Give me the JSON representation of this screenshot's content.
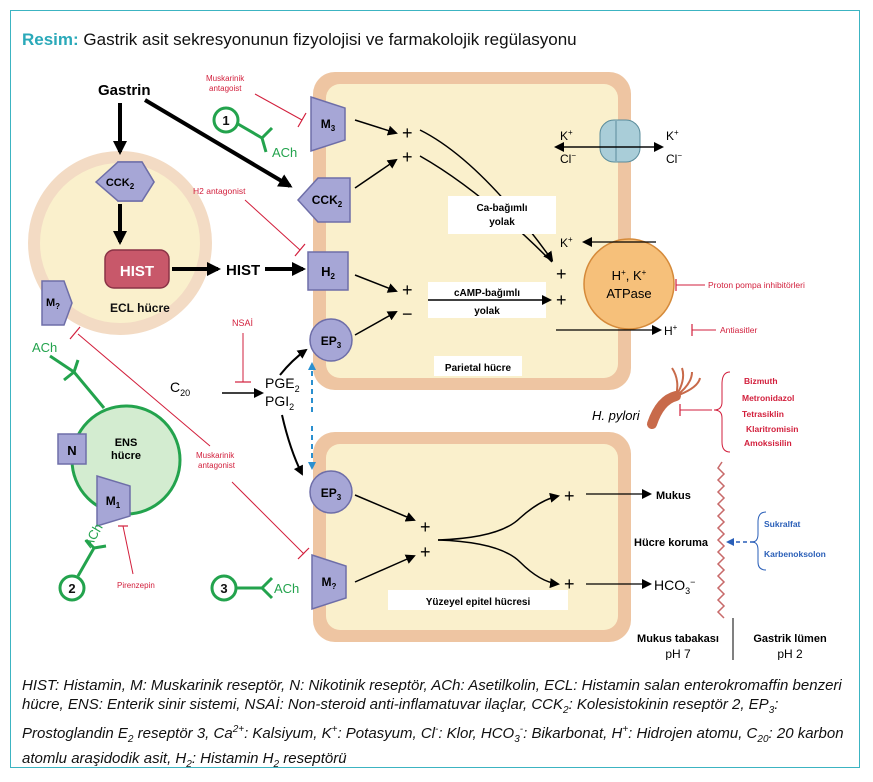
{
  "title": {
    "prefix": "Resim:",
    "text": "Gastrik asit sekresyonunun fizyolojisi ve farmakolojik regülasyonu"
  },
  "labels": {
    "gastrin": "Gastrin",
    "hist_box": "HIST",
    "hist_arrow": "HIST",
    "ecl_cell": "ECL hücre",
    "ens_cell_1": "ENS",
    "ens_cell_2": "hücre",
    "n_receptor": "N",
    "m1_base": "M",
    "m1_sub": "1",
    "m3_base": "M",
    "m3_sub": "3",
    "mq_base": "M",
    "mq_sub": "?",
    "cck2_base": "CCK",
    "cck2_sub": "2",
    "h2_base": "H",
    "h2_sub": "2",
    "ep3_base": "EP",
    "ep3_sub": "3",
    "c20_base": "C",
    "c20_sub": "20",
    "pge2_base": "PGE",
    "pge2_sub": "2",
    "pgi2_base": "PGI",
    "pgi2_sub": "2",
    "ach": "ACh",
    "badge_1": "1",
    "badge_2": "2",
    "badge_3": "3",
    "muscarinic_antagonist_1": "Muskarinik",
    "muscarinic_antagonist_2": "antagoist",
    "muscarinic_antagonist_b1": "Muskarinik",
    "muscarinic_antagonist_b2": "antagonist",
    "h2_antagonist": "H2 antagonist",
    "nsaid": "NSAİ",
    "pirenzepin": "Pirenzepin",
    "ca_pathway_1": "Ca-bağımlı",
    "ca_pathway_2": "yolak",
    "camp_pathway_1": "cAMP-bağımlı",
    "camp_pathway_2": "yolak",
    "parietal_cell": "Parietal hücre",
    "epithelial_cell": "Yüzeyel epitel hücresi",
    "plus": "+",
    "minus": "−",
    "k_ion": "K",
    "k_sup": "+",
    "cl_ion": "Cl",
    "cl_sup": "−",
    "atpase_1": "H",
    "atpase_1_sup": "+",
    "atpase_1_rest": ", K",
    "atpase_1_sup2": "+",
    "atpase_2": "ATPase",
    "h_ion": "H",
    "h_sup": "+",
    "proton_pump_inhibitors": "Proton pompa inhibitörleri",
    "antacids": "Antiasitler",
    "h_pylori": "H. pylori",
    "bismuth": "Bizmuth",
    "metronidazole": "Metronidazol",
    "tetracycline": "Tetrasiklin",
    "clarithromycin": "Klaritromisin",
    "amoxicillin": "Amoksisilin",
    "mucus": "Mukus",
    "hco3": "HCO",
    "hco3_sub": "3",
    "hco3_sup": "−",
    "cell_protection": "Hücre koruma",
    "sucralfate": "Sukralfat",
    "carbenoxolone": "Karbenoksolon",
    "mucus_layer": "Mukus tabakası",
    "mucus_ph": "pH 7",
    "gastric_lumen": "Gastrik lümen",
    "lumen_ph": "pH 2"
  },
  "caption": {
    "p1": "HIST: Histamin, M: Muskarinik reseptör, N: Nikotinik reseptör, ACh: Asetilkolin, ECL: Histamin salan enterokromaffin benzeri hücre, ENS: Enterik sinir sistemi, NSAİ: Non-steroid anti-inflamatuvar ilaçlar, CCK",
    "s1": "2",
    "p2": ": Kolesistokinin reseptör 2, EP",
    "s2": "3",
    "p3": ": Prostoglandin E",
    "s3": "2",
    "p4": " reseptör 3, Ca",
    "s4": "2+",
    "p5": ": Kalsiyum, K",
    "s5": "+",
    "p6": ": Potasyum, Cl",
    "s6": "-",
    "p7": ": Klor, HCO",
    "s7": "3",
    "s7b": "-",
    "p8": ": Bikarbonat, H",
    "s8": "+",
    "p9": ": Hidrojen atomu, C",
    "s9": "20",
    "p10": ": 20 karbon atomlu araşidodik asit, H",
    "s10": "2",
    "p11": ": Histamin H",
    "s11": "2",
    "p12": " reseptörü"
  },
  "colors": {
    "title_accent": "#2aa9b9",
    "cell_fill": "#faf0cc",
    "cell_border": "#eec5a2",
    "receptor_fill": "#a6a6d6",
    "receptor_stroke": "#6e6ea8",
    "drug_red": "#d21f3c",
    "drug_blue": "#2a5fb8",
    "nerve_green": "#23a34d",
    "ens_fill": "#d3ecd0",
    "hist_fill": "#c8586a",
    "atpase_fill": "#f6c07a",
    "pump_fill": "#a9cdd8"
  }
}
